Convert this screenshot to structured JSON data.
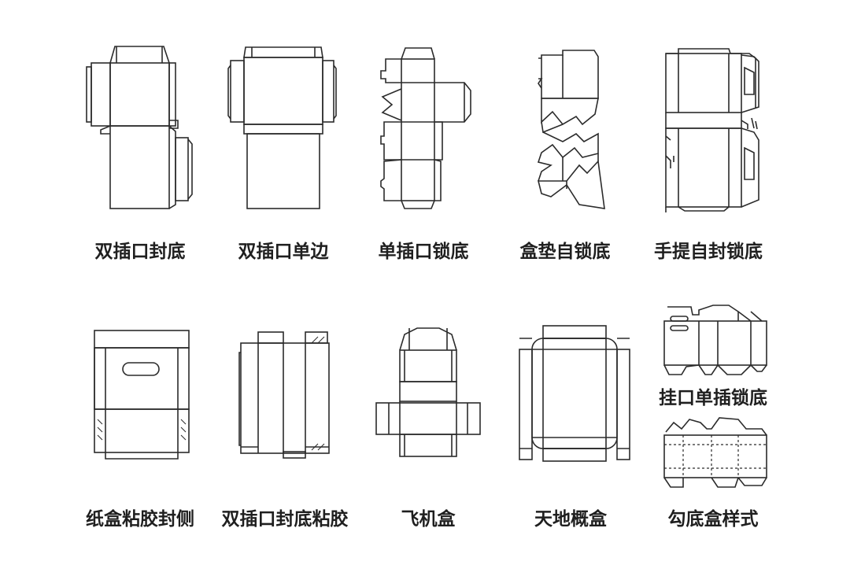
{
  "box_styles": [
    {
      "label": "双插口封底",
      "icon": "double-tuck-sealed-bottom-dieline"
    },
    {
      "label": "双插口单边",
      "icon": "double-tuck-single-side-dieline"
    },
    {
      "label": "单插口锁底",
      "icon": "single-tuck-lock-bottom-dieline"
    },
    {
      "label": "盒垫自锁底",
      "icon": "pad-auto-lock-bottom-dieline"
    },
    {
      "label": "手提自封锁底",
      "icon": "handle-self-seal-lock-bottom-dieline"
    },
    {
      "label": "纸盒粘胶封侧",
      "icon": "glued-side-seal-carton-dieline"
    },
    {
      "label": "双插口封底粘胶",
      "icon": "double-tuck-sealed-bottom-glued-dieline"
    },
    {
      "label": "飞机盒",
      "icon": "mailer-box-dieline"
    },
    {
      "label": "天地概盒",
      "icon": "lid-and-base-box-dieline"
    },
    {
      "label": "挂口单插锁底",
      "icon": "hang-tab-single-tuck-lock-bottom-dieline"
    },
    {
      "label": "勾底盒样式",
      "icon": "hook-bottom-box-dieline"
    }
  ],
  "colors": {
    "line": "#2b2b2b",
    "text": "#1f1f1f",
    "background": "#ffffff"
  }
}
